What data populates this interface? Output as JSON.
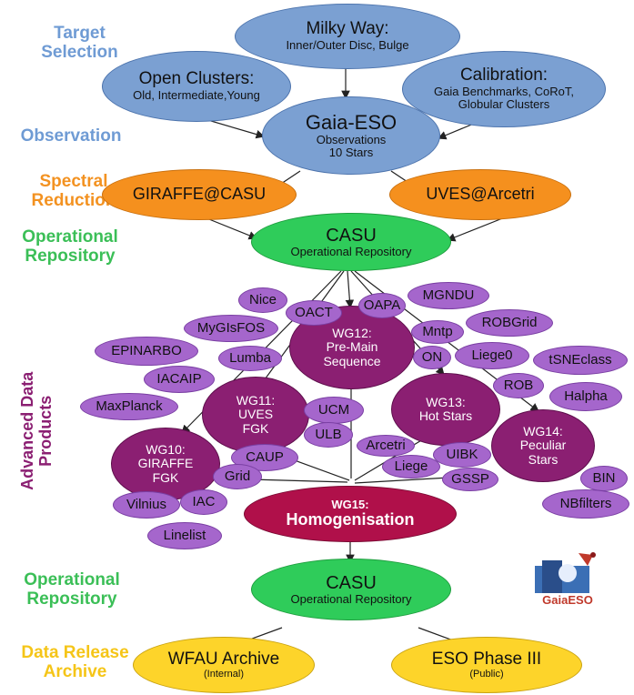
{
  "left_labels": {
    "target_selection": "Target\nSelection",
    "observation": "Observation",
    "spectral_reduction": "Spectral\nReduction",
    "operational_repository_1": "Operational\nRepository",
    "advanced_data_products": "Advanced Data\nProducts",
    "operational_repository_2": "Operational\nRepository",
    "data_release_archive": "Data Release\nArchive"
  },
  "colors": {
    "label_blue": "#6f9bd4",
    "label_orange": "#f39221",
    "label_green": "#3bbf57",
    "label_purple": "#8b1f72",
    "label_yellow": "#f5c518"
  },
  "nodes": {
    "milky_way": {
      "title": "Milky Way:",
      "sub": "Inner/Outer Disc, Bulge"
    },
    "open_clusters": {
      "title": "Open Clusters:",
      "sub": "Old, Intermediate,Young"
    },
    "calibration": {
      "title": "Calibration:",
      "sub": "Gaia Benchmarks, CoRoT,\nGlobular Clusters"
    },
    "gaia_eso": {
      "title": "Gaia-ESO",
      "sub": "Observations\n10  Stars"
    },
    "giraffe_casu": {
      "title": "GIRAFFE@CASU"
    },
    "uves_arcetri": {
      "title": "UVES@Arcetri"
    },
    "casu_1": {
      "title": "CASU",
      "sub": "Operational Repository"
    },
    "wg10": {
      "title": "WG10:\nGIRAFFE\nFGK"
    },
    "wg11": {
      "title": "WG11:\nUVES\nFGK"
    },
    "wg12": {
      "title": "WG12:\nPre-Main\nSequence"
    },
    "wg13": {
      "title": "WG13:\nHot Stars"
    },
    "wg14": {
      "title": "WG14:\nPeculiar\nStars"
    },
    "wg15": {
      "title": "WG15:",
      "sub": "Homogenisation"
    },
    "casu_2": {
      "title": "CASU",
      "sub": "Operational Repository"
    },
    "wfau": {
      "title": "WFAU Archive",
      "sub": "(Internal)"
    },
    "eso_phase": {
      "title": "ESO Phase III",
      "sub": "(Public)"
    }
  },
  "pills": {
    "nice": "Nice",
    "oact": "OACT",
    "oapa": "OAPA",
    "mgndu": "MGNDU",
    "myglsfos": "MyGIsFOS",
    "mntp": "Mntp",
    "robgrid": "ROBGrid",
    "epinarbo": "EPINARBO",
    "lumba": "Lumba",
    "on": "ON",
    "liege0": "Liege0",
    "tsneclass": "tSNEclass",
    "iacaip": "IACAIP",
    "rob": "ROB",
    "maxplanck": "MaxPlanck",
    "ucm": "UCM",
    "halpha": "Halpha",
    "ulb": "ULB",
    "arcetri": "Arcetri",
    "uibk": "UIBK",
    "caup": "CAUP",
    "liege": "Liege",
    "grid": "Grid",
    "gssp": "GSSP",
    "bin": "BIN",
    "vilnius": "Vilnius",
    "iac": "IAC",
    "nbfilters": "NBfilters",
    "linelist": "Linelist"
  },
  "logo": {
    "text": "GaiaESO"
  }
}
